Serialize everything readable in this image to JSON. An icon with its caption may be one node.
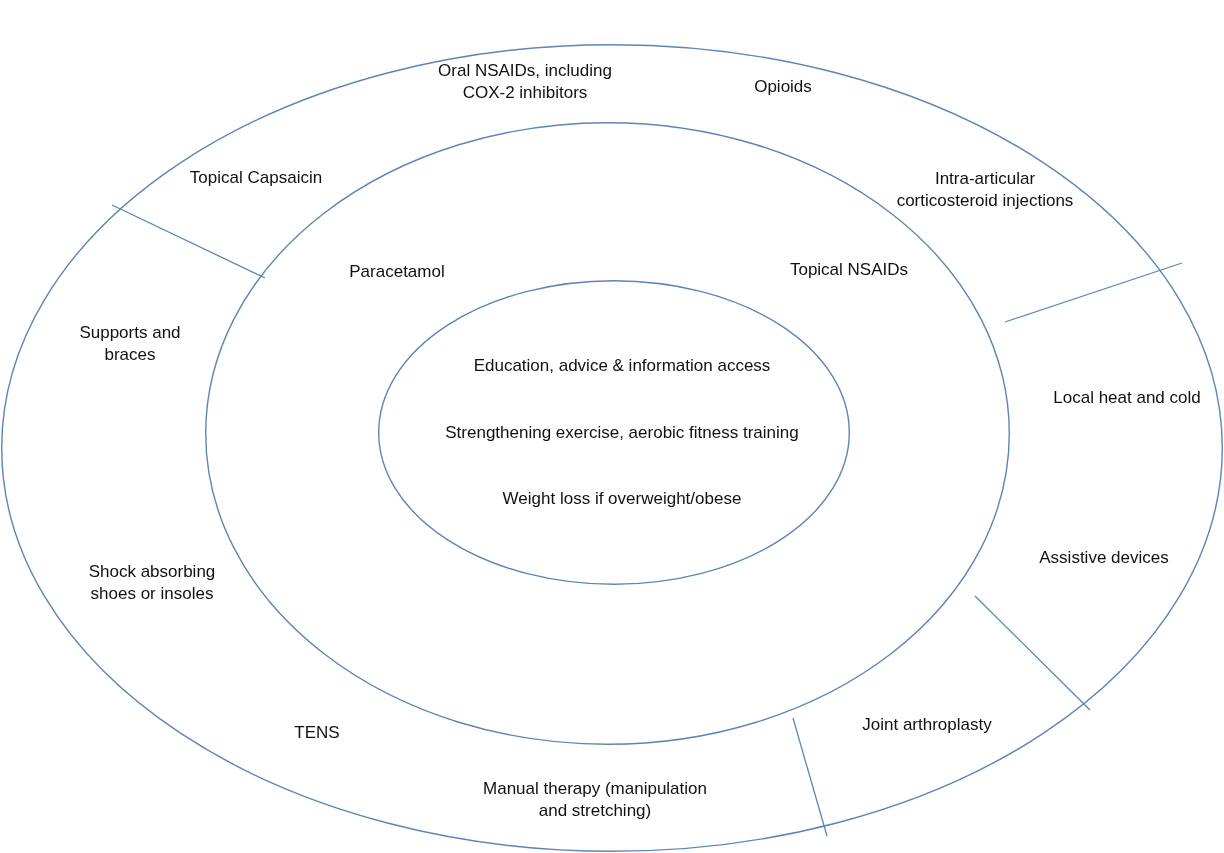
{
  "diagram": {
    "nodes": [
      {
        "text": [
          "Oral NSAIDs, including COX-2 inhibitors",
          "Opioids",
          "Topical Capsaicin",
          "Intra-articular corticosteroid injections",
          "Supports and braces",
          "Local heat and cold",
          "Assistive devices",
          "Shock absorbing shoes or insoles",
          "Joint arthroplasty",
          "TENS",
          "Manual therapy (manipulation and stretching)"
        ]
      },
      {
        "text": [
          "Paracetamol",
          "Topical NSAIDs"
        ],
        "in": 0
      },
      {
        "text": [
          "Education, advice & information access",
          "Strengthening exercise, aerobic fitness training",
          "Weight loss if overweight/obese"
        ],
        "in": 1
      }
    ]
  }
}
